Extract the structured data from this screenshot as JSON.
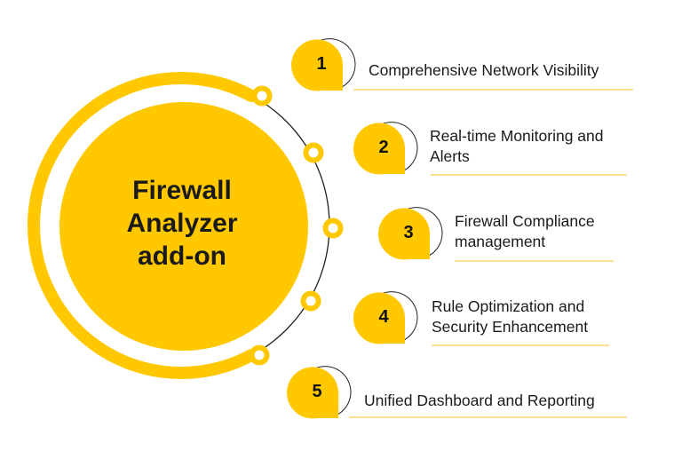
{
  "title": {
    "line1": "Firewall",
    "line2": "Analyzer",
    "line3": "add-on"
  },
  "colors": {
    "accent": "#FFC800",
    "text": "#1A1A1A",
    "line": "#222222",
    "underline": "#F7D66A"
  },
  "items": [
    {
      "number": "1",
      "lines": [
        "Comprehensive Network Visibility"
      ]
    },
    {
      "number": "2",
      "lines": [
        "Real-time Monitoring and",
        "Alerts"
      ]
    },
    {
      "number": "3",
      "lines": [
        "Firewall Compliance",
        "management"
      ]
    },
    {
      "number": "4",
      "lines": [
        "Rule Optimization and",
        "Security Enhancement"
      ]
    },
    {
      "number": "5",
      "lines": [
        "Unified Dashboard and Reporting"
      ]
    }
  ]
}
